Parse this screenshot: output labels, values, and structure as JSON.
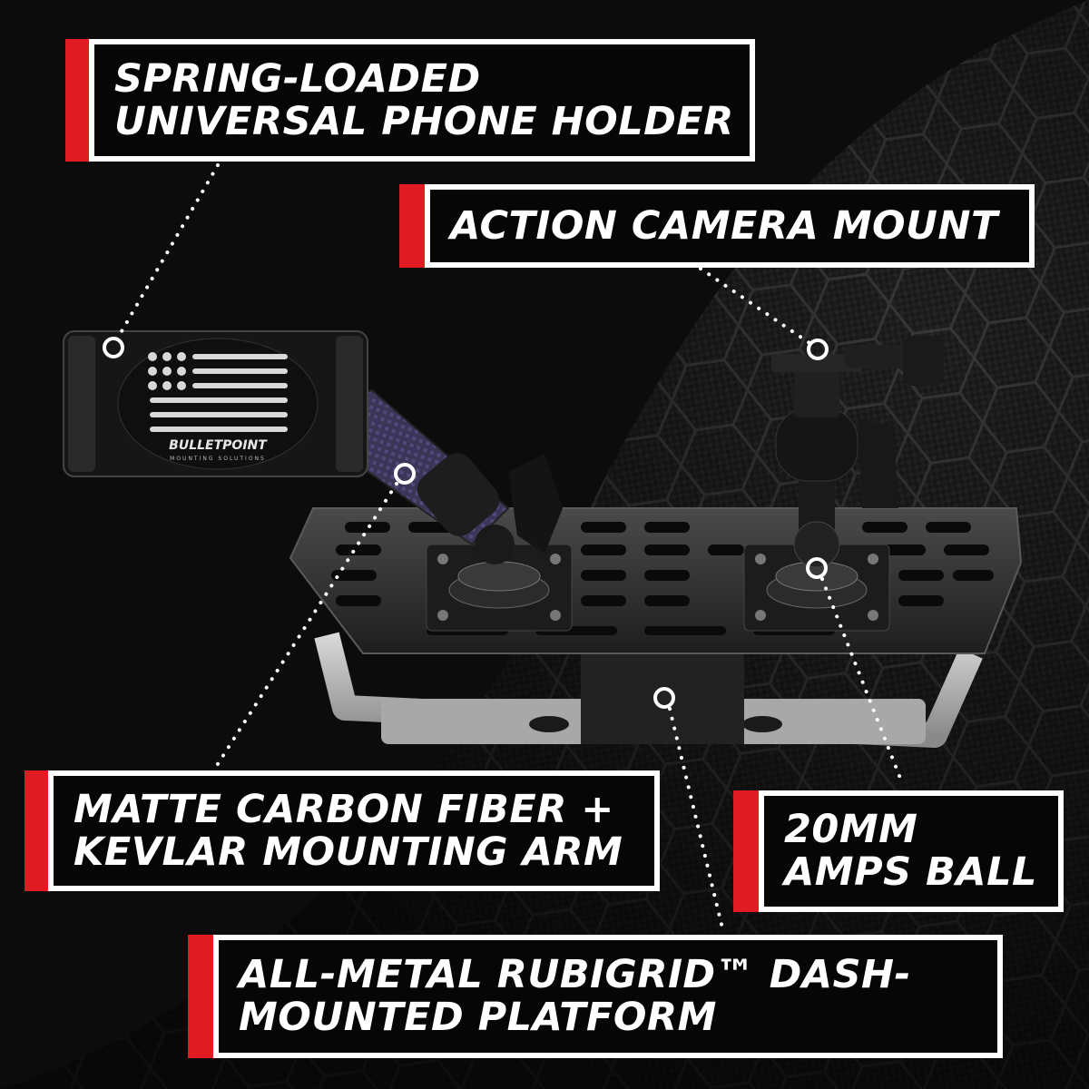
{
  "colors": {
    "background": "#0c0b0b",
    "accent_red": "#e01b22",
    "label_border": "#ffffff",
    "label_fill": "#060606"
  },
  "product": {
    "brand_logo_text": "BULLETPOINT",
    "brand_logo_subtext": "MOUNTING SOLUTIONS"
  },
  "callouts": {
    "phone_holder": {
      "line1": "SPRING-LOADED",
      "line2": "UNIVERSAL PHONE HOLDER"
    },
    "camera_mount": {
      "line1": "ACTION CAMERA MOUNT"
    },
    "arm": {
      "line1": "MATTE CARBON FIBER +",
      "line2": "KEVLAR MOUNTING ARM"
    },
    "amps_ball": {
      "line1": "20MM",
      "line2": "AMPS BALL"
    },
    "platform": {
      "line1": "ALL-METAL RUBIGRID™ DASH-",
      "line2": "MOUNTED PLATFORM"
    }
  },
  "icons": [
    "hexagon-pattern-icon",
    "marker-dot-icon"
  ]
}
